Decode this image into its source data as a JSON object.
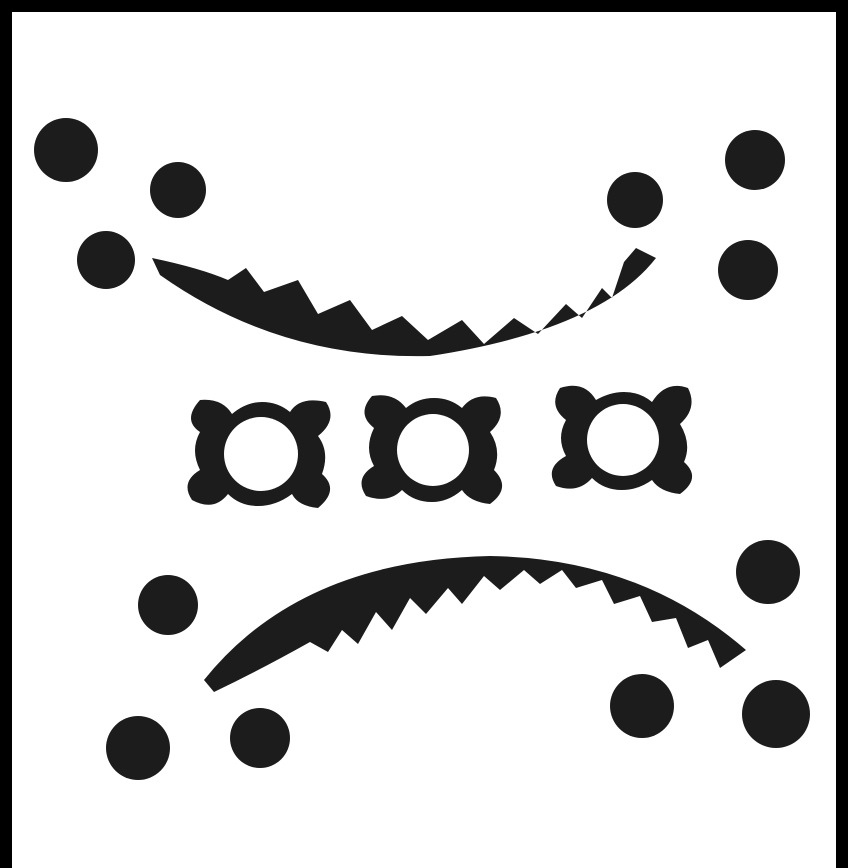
{
  "colors": {
    "frame": "#000000",
    "paper": "#ffffff",
    "ink": "#1c1c1c"
  },
  "figure": {
    "icon": "stamped-seal-motif",
    "elements": [
      "dot-cluster-top-left",
      "dot-cluster-top-right",
      "upper-toothed-arc",
      "flower-ring",
      "flower-ring",
      "flower-ring",
      "lower-toothed-arc",
      "dot-cluster-bottom-left",
      "dot-cluster-bottom-right"
    ]
  }
}
